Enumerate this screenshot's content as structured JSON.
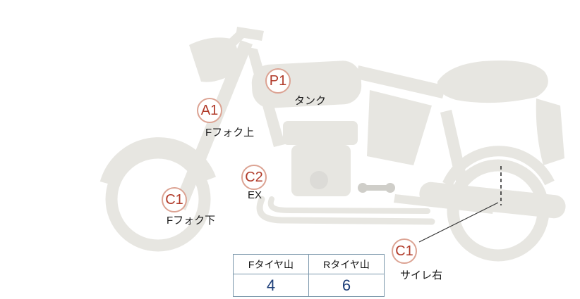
{
  "markers": [
    {
      "code": "P1",
      "label": "タンク"
    },
    {
      "code": "A1",
      "label": "Fフォク上"
    },
    {
      "code": "C2",
      "label": "EX"
    },
    {
      "code": "C1",
      "label": "Fフォク下"
    },
    {
      "code": "C1",
      "label": "サイレ右"
    }
  ],
  "tire_table": {
    "headers": [
      "Fタイヤ山",
      "Rタイヤ山"
    ],
    "values": [
      "4",
      "6"
    ]
  },
  "colors": {
    "marker_border": "#dca393",
    "marker_text": "#b13b2a",
    "label_text": "#1a1a1a",
    "bike_fill": "#e7e6e1",
    "hardware_fill": "#cfcec9",
    "table_border": "#7b97ab",
    "value_text": "#1d3e78"
  }
}
